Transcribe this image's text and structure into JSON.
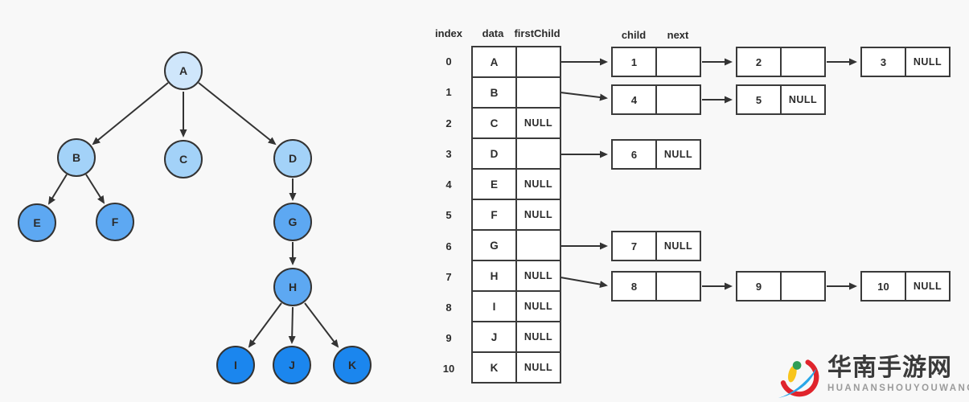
{
  "tree": {
    "nodes": [
      {
        "label": "A"
      },
      {
        "label": "B"
      },
      {
        "label": "C"
      },
      {
        "label": "D"
      },
      {
        "label": "E"
      },
      {
        "label": "F"
      },
      {
        "label": "G"
      },
      {
        "label": "H"
      },
      {
        "label": "I"
      },
      {
        "label": "J"
      },
      {
        "label": "K"
      }
    ],
    "edges": [
      [
        "A",
        "B"
      ],
      [
        "A",
        "C"
      ],
      [
        "A",
        "D"
      ],
      [
        "B",
        "E"
      ],
      [
        "B",
        "F"
      ],
      [
        "D",
        "G"
      ],
      [
        "G",
        "H"
      ],
      [
        "H",
        "I"
      ],
      [
        "H",
        "J"
      ],
      [
        "H",
        "K"
      ]
    ]
  },
  "table": {
    "headers": {
      "index": "index",
      "data": "data",
      "firstChild": "firstChild"
    },
    "rows": [
      {
        "index": "0",
        "data": "A",
        "firstChild": ""
      },
      {
        "index": "1",
        "data": "B",
        "firstChild": ""
      },
      {
        "index": "2",
        "data": "C",
        "firstChild": "NULL"
      },
      {
        "index": "3",
        "data": "D",
        "firstChild": ""
      },
      {
        "index": "4",
        "data": "E",
        "firstChild": "NULL"
      },
      {
        "index": "5",
        "data": "F",
        "firstChild": "NULL"
      },
      {
        "index": "6",
        "data": "G",
        "firstChild": ""
      },
      {
        "index": "7",
        "data": "H",
        "firstChild": "NULL"
      },
      {
        "index": "8",
        "data": "I",
        "firstChild": "NULL"
      },
      {
        "index": "9",
        "data": "J",
        "firstChild": "NULL"
      },
      {
        "index": "10",
        "data": "K",
        "firstChild": "NULL"
      }
    ]
  },
  "lists": {
    "headers": {
      "child": "child",
      "next": "next"
    },
    "chains": [
      {
        "from_row": "0",
        "nodes": [
          {
            "child": "1",
            "next": ""
          },
          {
            "child": "2",
            "next": ""
          },
          {
            "child": "3",
            "next": "NULL"
          }
        ]
      },
      {
        "from_row": "1",
        "nodes": [
          {
            "child": "4",
            "next": ""
          },
          {
            "child": "5",
            "next": "NULL"
          }
        ]
      },
      {
        "from_row": "3",
        "nodes": [
          {
            "child": "6",
            "next": "NULL"
          }
        ]
      },
      {
        "from_row": "6",
        "nodes": [
          {
            "child": "7",
            "next": "NULL"
          }
        ]
      },
      {
        "from_row": "7",
        "nodes": [
          {
            "child": "8",
            "next": ""
          },
          {
            "child": "9",
            "next": ""
          },
          {
            "child": "10",
            "next": "NULL"
          }
        ]
      }
    ]
  },
  "logo": {
    "title": "华南手游网",
    "subtitle": "HUANANSHOUYOUWANG"
  },
  "colors": {
    "background": "#f8f8f8",
    "line": "#333333",
    "node_level0": "#cfe6fb",
    "node_level1": "#a3d2f8",
    "node_level2": "#5da8f2",
    "node_level3": "#1b86ee",
    "logo_red": "#e0242c",
    "logo_blue": "#2aa7e8",
    "logo_yellow": "#f8c51c",
    "logo_green": "#2f9e57"
  }
}
